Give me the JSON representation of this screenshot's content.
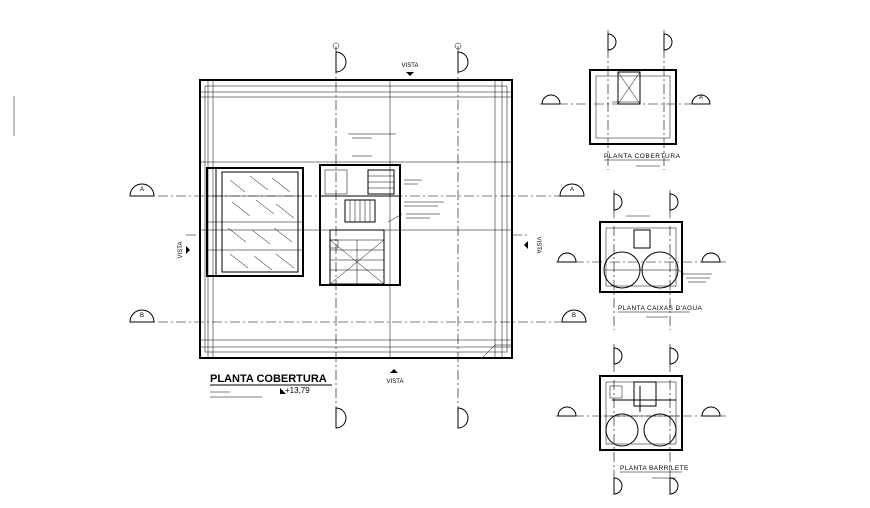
{
  "main_plan": {
    "title": "PLANTA COBERTURA",
    "level": "+13,79",
    "vista_top": "VISTA",
    "vista_bottom": "VISTA",
    "vista_left": "VISTA",
    "vista_right": "VISTA",
    "section_a": "A",
    "section_b": "B"
  },
  "detail_cobertura": {
    "title": "PLANTA COBERTURA",
    "section": "A"
  },
  "detail_caixas": {
    "title": "PLANTA CAIXAS D'AGUA"
  },
  "detail_barrilete": {
    "title": "PLANTA BARRILETE"
  }
}
